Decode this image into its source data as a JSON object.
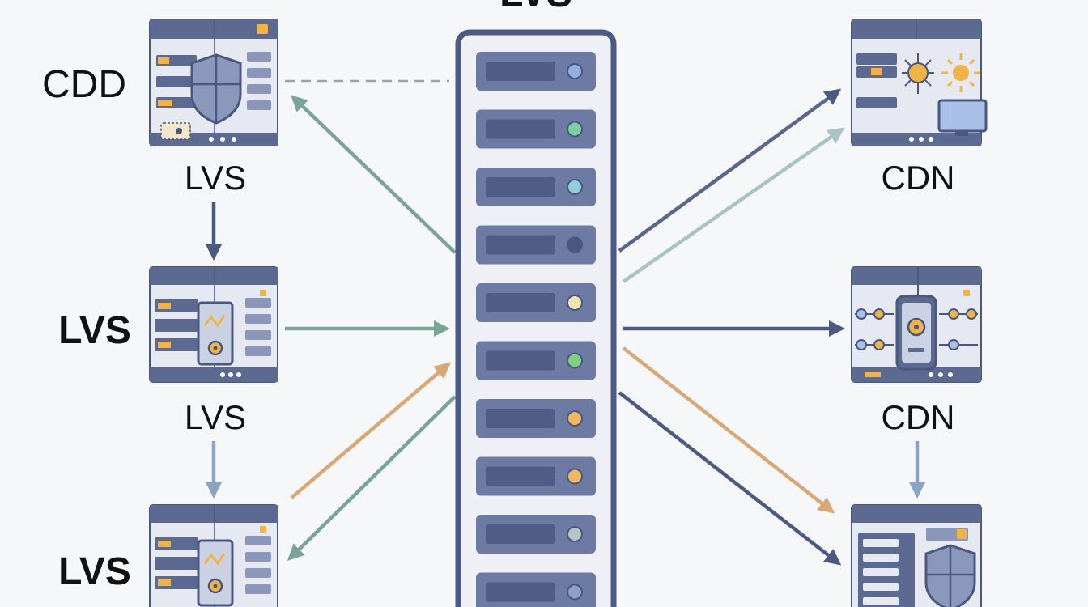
{
  "labels": {
    "top_title": "LVS",
    "left_side_1": "CDD",
    "left_under_1": "LVS",
    "left_side_2": "LVS",
    "left_under_2": "LVS",
    "left_side_3": "LVS",
    "right_under_1": "CDN",
    "right_under_2": "CDN"
  },
  "colors": {
    "navy": "#4a5880",
    "server_dark": "#5c6a92",
    "server_light": "#e6e9f2",
    "rack_frame": "#4c5a84",
    "rack_slot": "#6d7aa3",
    "arrow_green": "#7aa596",
    "arrow_orange": "#d9a877",
    "arrow_navy": "#4c5a80",
    "arrow_lightblue": "#8ea3c4",
    "arrow_lightteal": "#a9c2c4",
    "dashed": "#9aa2b0",
    "accent_yellow": "#f0b446"
  },
  "rack_led_colors": [
    "#8fb0e0",
    "#7fcf9e",
    "#8fd0d8",
    "#4a5880",
    "#f3e3b0",
    "#7fcf7f",
    "#f0b85a",
    "#f0b85a",
    "#b8c4c4",
    "#8fa0c8"
  ]
}
